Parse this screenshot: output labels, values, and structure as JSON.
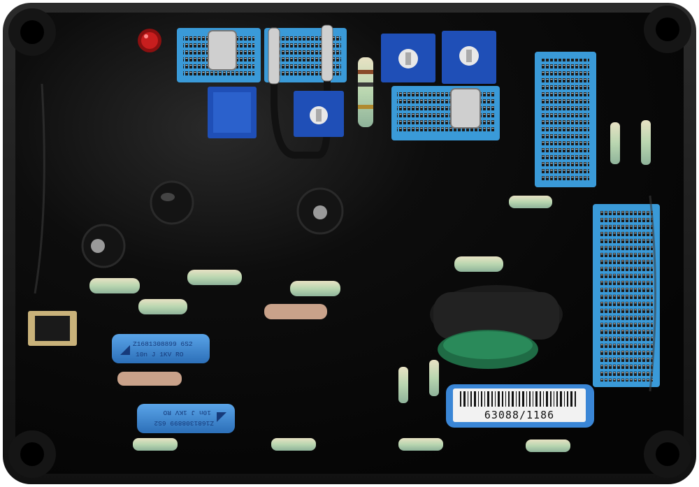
{
  "product": {
    "barcode_label": "63088/1186"
  },
  "capacitors": [
    {
      "line1": "Z1681308899 6S2",
      "line2": "10n J 1KV RO"
    },
    {
      "line1": "Z1681308899 6S2",
      "line2": "10n J 1KV RO"
    }
  ],
  "colors": {
    "board": "#0a0a0a",
    "frame": "#1b1b1b",
    "terminal_blue": "#2f86c8",
    "trimmer_blue": "#1f4fb7",
    "capacitor_blue": "#3a86d6",
    "green_cap": "#1f6b45",
    "led_red": "#c81e1e"
  },
  "icons": [
    "mounting-hole",
    "led",
    "trimmer-potentiometer",
    "terminal-block",
    "resistor",
    "transistor",
    "capacitor",
    "varistor",
    "barcode"
  ]
}
